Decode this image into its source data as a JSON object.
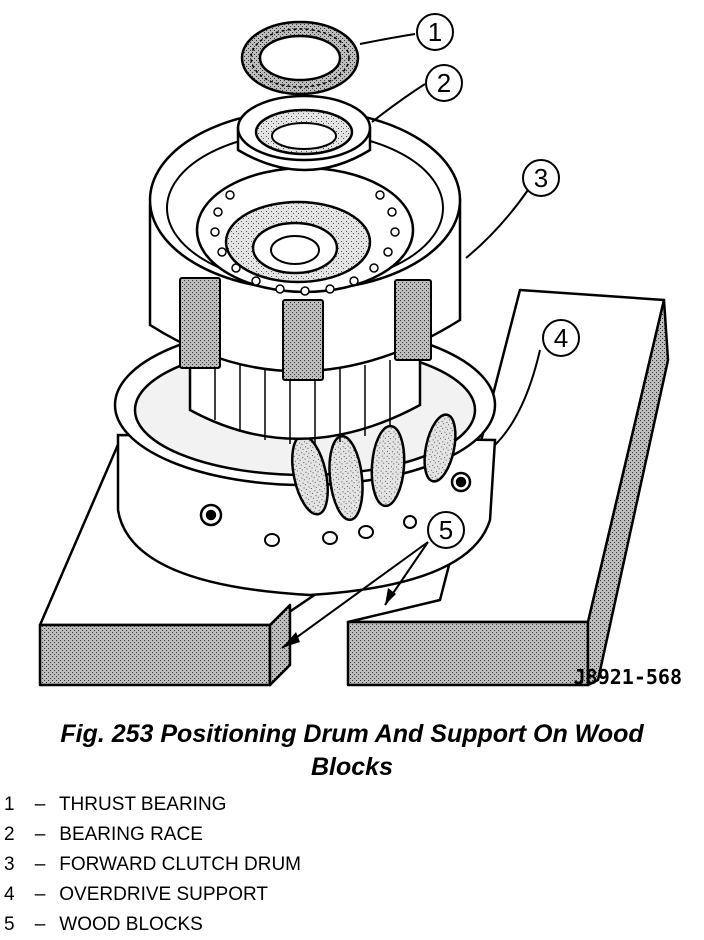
{
  "figure": {
    "code": "J8921-568",
    "callouts": [
      "1",
      "2",
      "3",
      "4",
      "5"
    ]
  },
  "caption": {
    "line1": "Fig. 253 Positioning Drum And Support On Wood",
    "line2": "Blocks"
  },
  "legend": [
    {
      "num": "1",
      "dash": "–",
      "label": "THRUST BEARING"
    },
    {
      "num": "2",
      "dash": "–",
      "label": "BEARING RACE"
    },
    {
      "num": "3",
      "dash": "–",
      "label": "FORWARD CLUTCH DRUM"
    },
    {
      "num": "4",
      "dash": "–",
      "label": "OVERDRIVE SUPPORT"
    },
    {
      "num": "5",
      "dash": "–",
      "label": "WOOD BLOCKS"
    }
  ]
}
